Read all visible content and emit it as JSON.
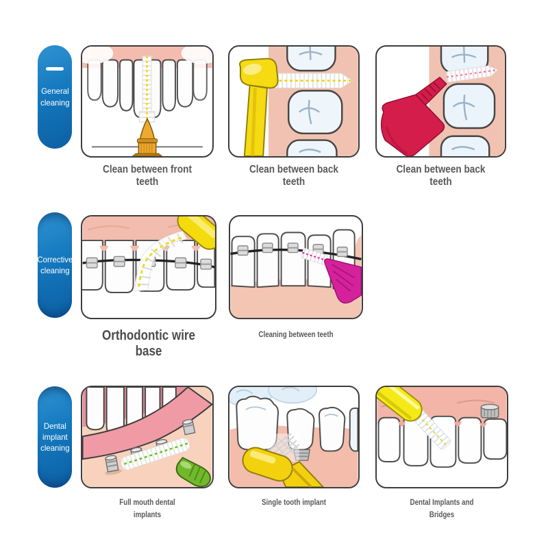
{
  "colors": {
    "badge_blue": "#1478be",
    "badge_blue_dark": "#0d5fa3",
    "caption_gray": "#595959",
    "frame_border": "#3d3d3d",
    "gum_pink": "#f2bcae",
    "gum_dark_pink": "#ec93a0",
    "gum_tan": "#f8d2bd",
    "tooth_white": "#fdfdfd",
    "tooth_blue": "#ebf4fb",
    "brush_orange": "#eda92f",
    "brush_yellow": "#f6da12",
    "brush_red": "#d41d4a",
    "brush_magenta": "#d6219c",
    "brush_green": "#72b82c",
    "dash_yellow": "#f2d400",
    "dash_pink": "#e36a93",
    "dash_green": "#6cbb2a"
  },
  "rows": [
    {
      "badge": {
        "label": "General\ncleaning"
      },
      "panels": [
        {
          "caption": "Clean between front teeth"
        },
        {
          "caption": "Clean between back teeth"
        },
        {
          "caption": "Clean between back teeth"
        }
      ]
    },
    {
      "badge": {
        "label": "Corrective\ncleaning"
      },
      "panels": [
        {
          "caption": "Orthodontic wire base"
        },
        {
          "caption": "Cleaning between teeth"
        }
      ]
    },
    {
      "badge": {
        "label": "Dental\nimplant\ncleaning"
      },
      "panels": [
        {
          "caption": "Full mouth dental\nimplants"
        },
        {
          "caption": "Single tooth implant"
        },
        {
          "caption": "Dental Implants and\nBridges"
        }
      ]
    }
  ]
}
